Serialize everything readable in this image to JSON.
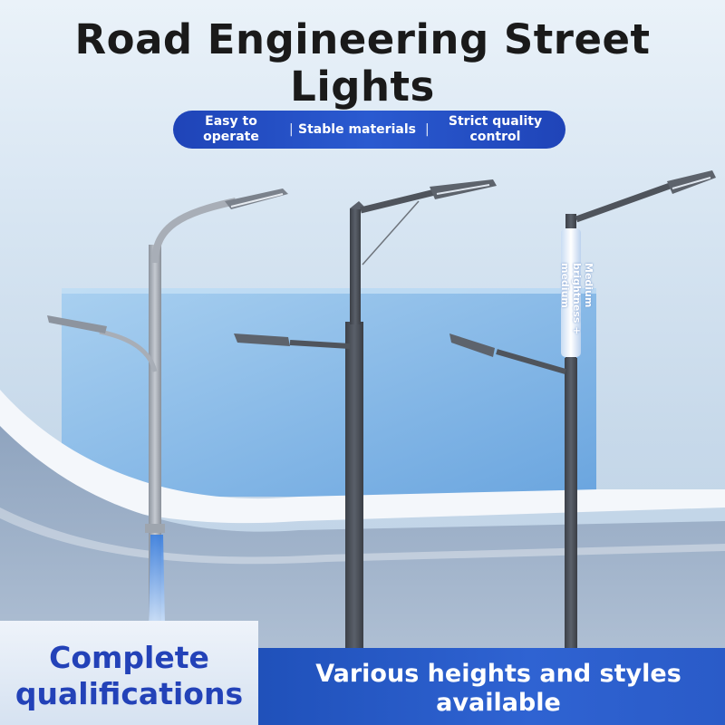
{
  "header": {
    "title_line1": "Road Engineering Street",
    "title_line2": "Lights"
  },
  "features": {
    "items": [
      {
        "line1": "Easy to",
        "line2": "operate"
      },
      {
        "line1": "Stable materials",
        "line2": ""
      },
      {
        "line1": "Strict quality",
        "line2": "control"
      }
    ],
    "separator": "|"
  },
  "pole_label": {
    "line1": "Medium",
    "line2": "brightness +",
    "line3": "medium"
  },
  "banners": {
    "left_line1": "Complete",
    "left_line2": "qualifications",
    "right_line1": "Various heights and styles",
    "right_line2": "available"
  },
  "colors": {
    "accent_blue": "#2342b8",
    "banner_blue": "#2a5ad0",
    "pole_gray": "#4a4f57"
  },
  "icons": [
    "street-light-pole-icon"
  ]
}
